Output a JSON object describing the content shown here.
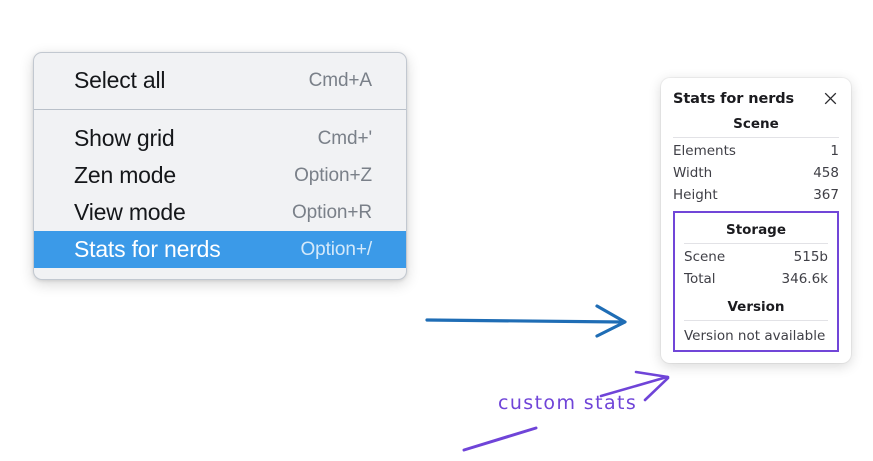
{
  "context_menu": {
    "groups": [
      {
        "items": [
          {
            "label": "Select all",
            "shortcut": "Cmd+A",
            "selected": false
          }
        ]
      },
      {
        "items": [
          {
            "label": "Show grid",
            "shortcut": "Cmd+'",
            "selected": false
          },
          {
            "label": "Zen mode",
            "shortcut": "Option+Z",
            "selected": false
          },
          {
            "label": "View mode",
            "shortcut": "Option+R",
            "selected": false
          },
          {
            "label": "Stats for nerds",
            "shortcut": "Option+/",
            "selected": true
          }
        ]
      }
    ],
    "selected_background": "#3b9ae8"
  },
  "stats_panel": {
    "title": "Stats for nerds",
    "close_icon": "close-icon",
    "sections": {
      "scene": {
        "title": "Scene",
        "rows": [
          {
            "key": "Elements",
            "value": "1"
          },
          {
            "key": "Width",
            "value": "458"
          },
          {
            "key": "Height",
            "value": "367"
          }
        ]
      },
      "storage": {
        "title": "Storage",
        "rows": [
          {
            "key": "Scene",
            "value": "515b"
          },
          {
            "key": "Total",
            "value": "346.6k"
          }
        ]
      },
      "version": {
        "title": "Version",
        "text": "Version not available"
      }
    },
    "highlight_color": "#7146d8"
  },
  "annotations": {
    "handwritten_label": "custom stats",
    "handwritten_color": "#6f44d8",
    "arrow_color": "#1f6db5"
  }
}
